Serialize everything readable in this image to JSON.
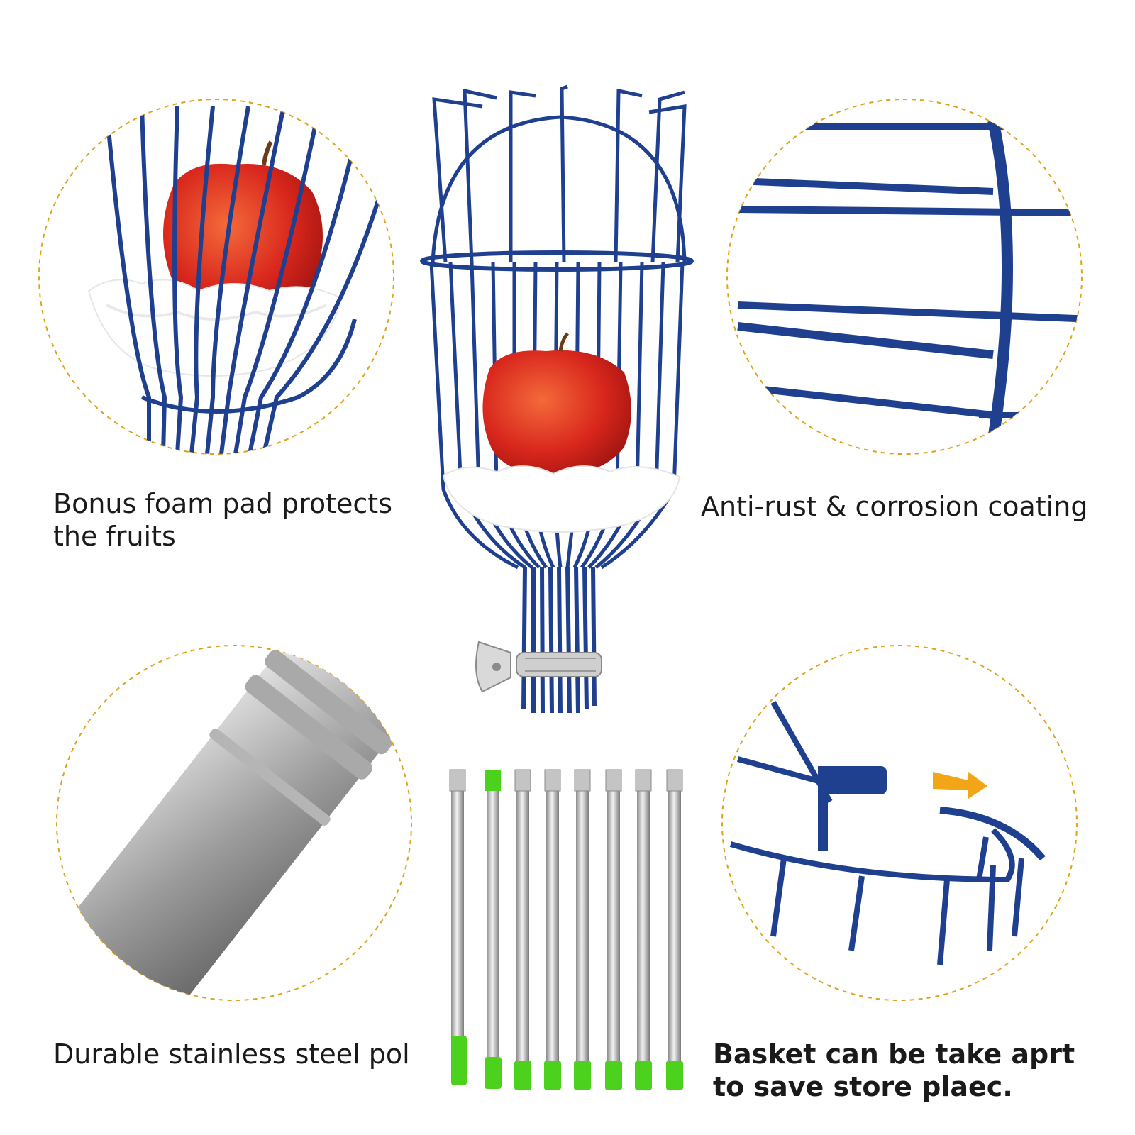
{
  "features": {
    "foam_pad": {
      "caption": "Bonus foam pad protects the fruits"
    },
    "coating": {
      "caption": "Anti-rust & corrosion coating"
    },
    "pole": {
      "caption": "Durable stainless steel pol"
    },
    "basket": {
      "caption": "Basket can be take aprt to save store plaec."
    }
  },
  "colors": {
    "wire_blue": "#1f3f8f",
    "apple_red": "#d8261c",
    "dashed_circle": "#e0a21b",
    "pole_cap_green": "#4cd21c",
    "steel": "#b8b8b8",
    "arrow_orange": "#f2a516"
  },
  "icons": {
    "arrow": "arrow-right-icon"
  }
}
